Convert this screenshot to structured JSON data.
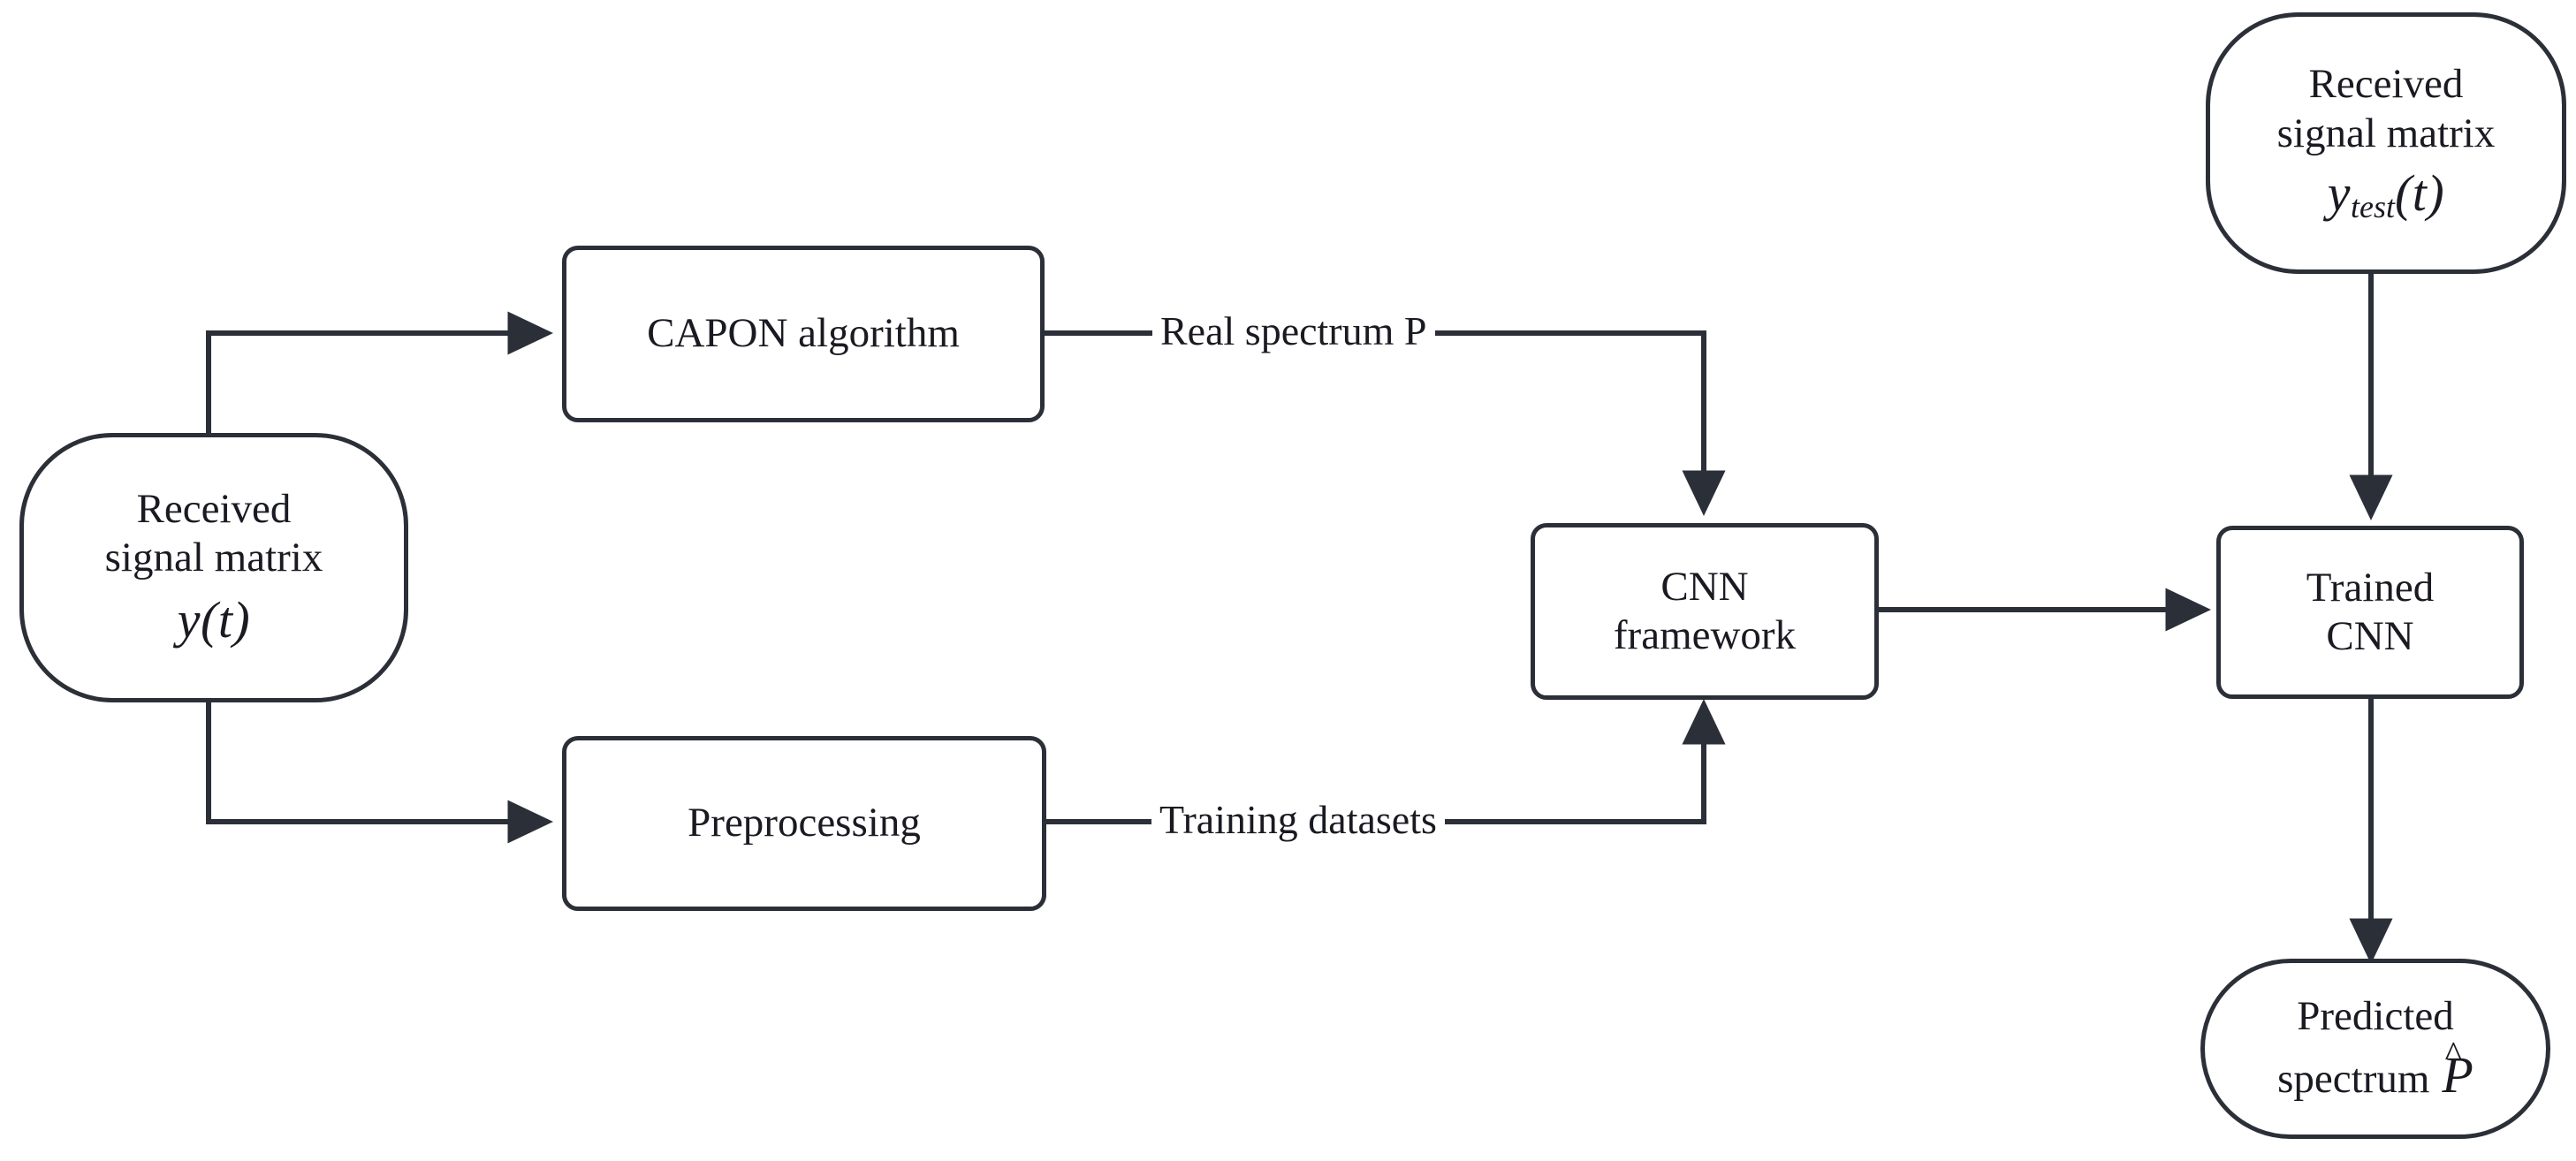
{
  "diagram": {
    "title": "CAPON / CNN spectrum estimation flowchart",
    "stroke_color": "#2b2f38",
    "background_color": "#ffffff",
    "text_color": "#1a1a22",
    "nodes": {
      "received_signal": {
        "shape": "rounded-terminator",
        "line1": "Received",
        "line2": "signal matrix",
        "symbol_base": "y",
        "symbol_sub": "",
        "symbol_arg": "(t)"
      },
      "capon": {
        "shape": "rectangle",
        "label": "CAPON algorithm"
      },
      "preprocessing": {
        "shape": "rectangle",
        "label": "Preprocessing"
      },
      "cnn_framework": {
        "shape": "rectangle",
        "line1": "CNN",
        "line2": "framework"
      },
      "trained_cnn": {
        "shape": "rectangle",
        "line1": "Trained",
        "line2": "CNN"
      },
      "received_signal_test": {
        "shape": "rounded-terminator",
        "line1": "Received",
        "line2": "signal matrix",
        "symbol_base": "y",
        "symbol_sub": "test",
        "symbol_arg": "(t)"
      },
      "predicted_spectrum": {
        "shape": "rounded-terminator",
        "line1": "Predicted",
        "line2_prefix": "spectrum",
        "symbol_base": "P",
        "symbol_hat": "^"
      }
    },
    "edge_labels": {
      "real_spectrum": "Real spectrum P",
      "training_datasets": "Training datasets"
    },
    "edges": [
      {
        "from": "received_signal",
        "to": "capon",
        "label": ""
      },
      {
        "from": "received_signal",
        "to": "preprocessing",
        "label": ""
      },
      {
        "from": "capon",
        "to": "cnn_framework",
        "label": "Real spectrum P"
      },
      {
        "from": "preprocessing",
        "to": "cnn_framework",
        "label": "Training datasets"
      },
      {
        "from": "cnn_framework",
        "to": "trained_cnn",
        "label": ""
      },
      {
        "from": "received_signal_test",
        "to": "trained_cnn",
        "label": ""
      },
      {
        "from": "trained_cnn",
        "to": "predicted_spectrum",
        "label": ""
      }
    ]
  }
}
